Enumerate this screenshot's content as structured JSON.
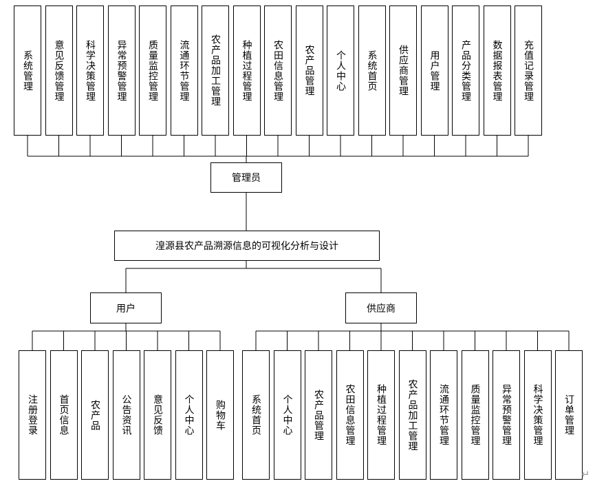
{
  "root": {
    "label": "湟源县农产品溯源信息的可视化分析与设计"
  },
  "admin": {
    "label": "管理员",
    "modules": [
      "系统管理",
      "意见反馈管理",
      "科学决策管理",
      "异常预警管理",
      "质量监控管理",
      "流通环节管理",
      "农产品加工管理",
      "种植过程管理",
      "农田信息管理",
      "农产品管理",
      "个人中心",
      "系统首页",
      "供应商管理",
      "用户管理",
      "产品分类管理",
      "数据报表管理",
      "充值记录管理"
    ]
  },
  "user": {
    "label": "用户",
    "modules": [
      "注册登录",
      "首页信息",
      "农产品",
      "公告资讯",
      "意见反馈",
      "个人中心",
      "购物车"
    ]
  },
  "supplier": {
    "label": "供应商",
    "modules": [
      "系统首页",
      "个人中心",
      "农产品管理",
      "农田信息管理",
      "种植过程管理",
      "农产品加工管理",
      "流通环节管理",
      "质量监控管理",
      "异常预警管理",
      "科学决策管理",
      "订单管理"
    ]
  },
  "paragraph_mark": "↵"
}
